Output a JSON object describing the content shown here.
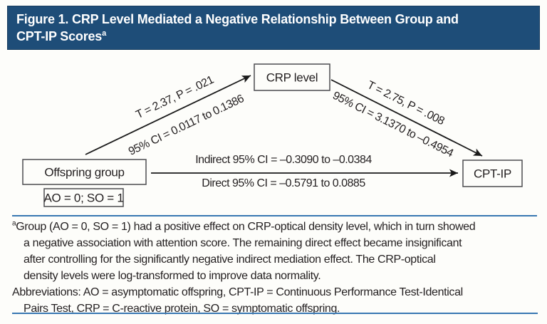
{
  "title": {
    "line1": "Figure 1. CRP Level Mediated a Negative Relationship Between Group and",
    "line2": "CPT-IP Scores",
    "superscript": "a"
  },
  "diagram": {
    "crp_box": "CRP level",
    "offspring_box": "Offspring group",
    "coding_box": "AO = 0; SO = 1",
    "cptip_box": "CPT-IP",
    "path_group_crp": {
      "stat": "T = 2.37, P = .021",
      "ci": "95% CI = 0.0117 to 0.1386"
    },
    "path_crp_cptip": {
      "stat": "T = 2.75, P = .008",
      "ci": "95% CI = 3.1370 to –0.4954"
    },
    "path_group_cptip": {
      "indirect": "Indirect 95% CI = –0.3090 to –0.0384",
      "direct": "Direct 95% CI = –0.5791 to 0.0885"
    }
  },
  "footnote": {
    "marker": "a",
    "lines": [
      "Group (AO = 0, SO = 1) had a positive effect on CRP-optical density level, which in turn showed",
      "a negative association with attention score. The remaining direct effect became insignificant",
      "after controlling for the significantly negative indirect mediation effect. The CRP-optical",
      "density levels were log-transformed to improve data normality.",
      "Abbreviations: AO = asymptomatic offspring, CPT-IP = Continuous Performance Test-Identical",
      "Pairs Test, CRP = C-reactive protein, SO = symptomatic offspring."
    ]
  },
  "colors": {
    "header_bg": "#1e4d78",
    "rule_blue": "#3877b2",
    "text": "#231f20",
    "box_border": "#4d4d4f",
    "background": "#fdfdfa",
    "arrow": "#1a1a1a"
  }
}
